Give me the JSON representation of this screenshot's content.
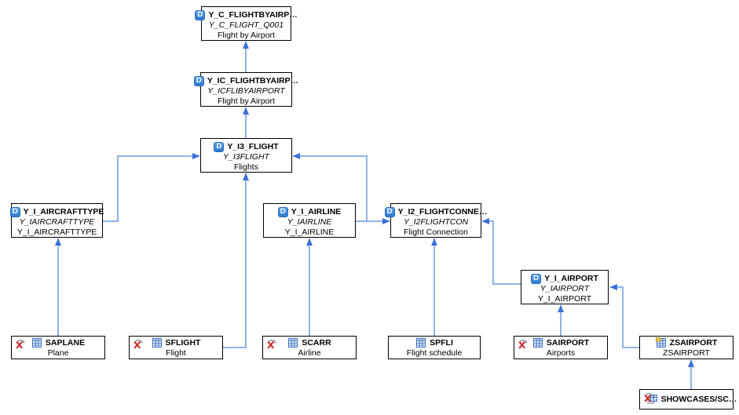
{
  "icons": {
    "cds_letter": "D"
  },
  "colors": {
    "connector": "#8fb3e8",
    "arrowhead": "#3b6fd8",
    "node_border": "#000000",
    "cds_icon_blue": "#3f8ce0",
    "table_icon_blue": "#3f74c2",
    "remove_x_red": "#cf2b2b"
  },
  "nodes": [
    {
      "title": "Y_C_FLIGHTBYAIRP…",
      "subtitle": "Y_C_FLIGHT_Q001",
      "description": "Flight by Airport",
      "icon": "cds-icon"
    },
    {
      "title": "Y_IC_FLIGHTBYAIRP…",
      "subtitle": "Y_ICFLIBYAIRPORT",
      "description": "Flight by Airport",
      "icon": "cds-icon"
    },
    {
      "title": "Y_I3_FLIGHT",
      "subtitle": "Y_I3FLIGHT",
      "description": "Flights",
      "icon": "cds-icon"
    },
    {
      "title": "Y_I_AIRCRAFTTYPE",
      "subtitle": "Y_IAIRCRAFTTYPE",
      "description": "Y_I_AIRCRAFTTYPE",
      "icon": "cds-icon"
    },
    {
      "title": "Y_I_AIRLINE",
      "subtitle": "Y_IAIRLINE",
      "description": "Y_I_AIRLINE",
      "icon": "cds-icon"
    },
    {
      "title": "Y_I2_FLIGHTCONNE…",
      "subtitle": "Y_I2FLIGHTCON",
      "description": "Flight Connection",
      "icon": "cds-icon"
    },
    {
      "title": "Y_I_AIRPORT",
      "subtitle": "Y_IAIRPORT",
      "description": "Y_I_AIRPORT",
      "icon": "cds-icon"
    },
    {
      "title": "SAPLANE",
      "description": "Plane",
      "icon": "table-icon",
      "has_remove_icon": true
    },
    {
      "title": "SFLIGHT",
      "description": "Flight",
      "icon": "table-icon",
      "has_remove_icon": true
    },
    {
      "title": "SCARR",
      "description": "Airline",
      "icon": "table-icon",
      "has_remove_icon": true
    },
    {
      "title": "SPFLI",
      "description": "Flight schedule",
      "icon": "table-icon",
      "has_remove_icon": false
    },
    {
      "title": "SAIRPORT",
      "description": "Airports",
      "icon": "table-icon",
      "has_remove_icon": true
    },
    {
      "title": "ZSAIRPORT",
      "description": "ZSAIRPORT",
      "icon": "modified-table-icon",
      "has_remove_icon": false
    },
    {
      "title": "SHOWCASES/SC…",
      "icon": "structure-icon",
      "has_remove_icon": true
    }
  ],
  "edges": [
    {
      "from": "Y_IC_FLIGHTBYAIRP…",
      "to": "Y_C_FLIGHTBYAIRP…"
    },
    {
      "from": "Y_I3_FLIGHT",
      "to": "Y_IC_FLIGHTBYAIRP…"
    },
    {
      "from": "Y_I_AIRCRAFTTYPE",
      "to": "Y_I3_FLIGHT"
    },
    {
      "from": "Y_I_AIRLINE",
      "to": "Y_I3_FLIGHT"
    },
    {
      "from": "Y_I_AIRLINE",
      "to": "Y_I2_FLIGHTCONNE…"
    },
    {
      "from": "Y_I_AIRPORT",
      "to": "Y_I2_FLIGHTCONNE…"
    },
    {
      "from": "SAPLANE",
      "to": "Y_I_AIRCRAFTTYPE"
    },
    {
      "from": "SFLIGHT",
      "to": "Y_I3_FLIGHT"
    },
    {
      "from": "SCARR",
      "to": "Y_I_AIRLINE"
    },
    {
      "from": "SPFLI",
      "to": "Y_I2_FLIGHTCONNE…"
    },
    {
      "from": "SAIRPORT",
      "to": "Y_I_AIRPORT"
    },
    {
      "from": "ZSAIRPORT",
      "to": "Y_I_AIRPORT"
    },
    {
      "from": "SHOWCASES/SC…",
      "to": "ZSAIRPORT"
    }
  ]
}
